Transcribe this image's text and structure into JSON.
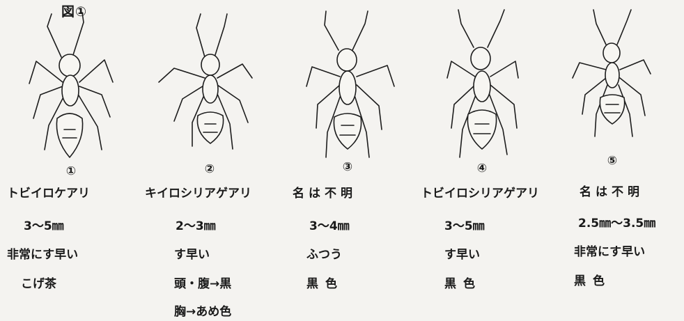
{
  "figure_title": "図①",
  "specimens": [
    {
      "number": "①",
      "name": "トビイロケアリ",
      "size": "3〜5㎜",
      "speed": "非常にす早い",
      "color": [
        "こげ茶"
      ]
    },
    {
      "number": "②",
      "name": "キイロシリアゲアリ",
      "size": "2〜3㎜",
      "speed": "す早い",
      "color": [
        "頭・腹→黒",
        "胸→あめ色"
      ]
    },
    {
      "number": "③",
      "name": "名は不明",
      "size": "3〜4㎜",
      "speed": "ふつう",
      "color": [
        "黒色"
      ]
    },
    {
      "number": "④",
      "name": "トビイロシリアゲアリ",
      "size": "3〜5㎜",
      "speed": "す早い",
      "color": [
        "黒色"
      ]
    },
    {
      "number": "⑤",
      "name": "名は不明",
      "size": "2.5㎜〜3.5㎜",
      "speed": "非常にす早い",
      "color": [
        "黒色"
      ]
    }
  ]
}
